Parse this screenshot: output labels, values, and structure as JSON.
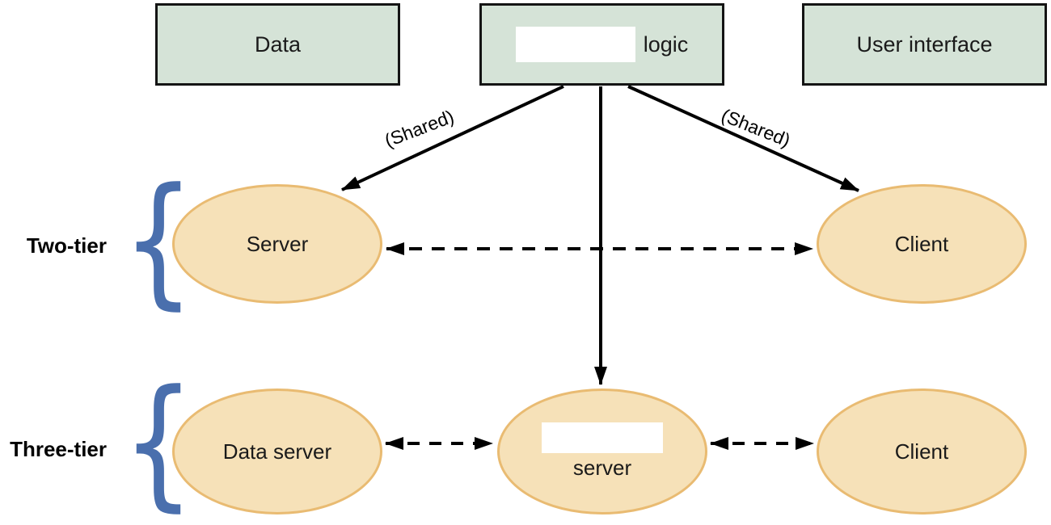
{
  "diagram": {
    "layers": {
      "data_label": "Data",
      "logic_suffix": "logic",
      "ui_label": "User interface"
    },
    "shared_left": "(Shared)",
    "shared_right": "(Shared)",
    "tiers": {
      "two_label": "Two-tier",
      "three_label": "Three-tier",
      "brace_glyph": "{"
    },
    "nodes": {
      "server": "Server",
      "client_two": "Client",
      "data_server": "Data server",
      "app_server_suffix": "server",
      "client_three": "Client"
    },
    "blanks": {
      "logic_blank": "",
      "app_server_blank": ""
    },
    "colors": {
      "layer_box_fill": "#d5e3d7",
      "layer_box_border": "#141414",
      "ellipse_fill": "#f6e1b8",
      "ellipse_border": "#e9bb72",
      "brace_blue": "#4a6fad",
      "arrow_black": "#000000",
      "background": "#ffffff"
    }
  }
}
